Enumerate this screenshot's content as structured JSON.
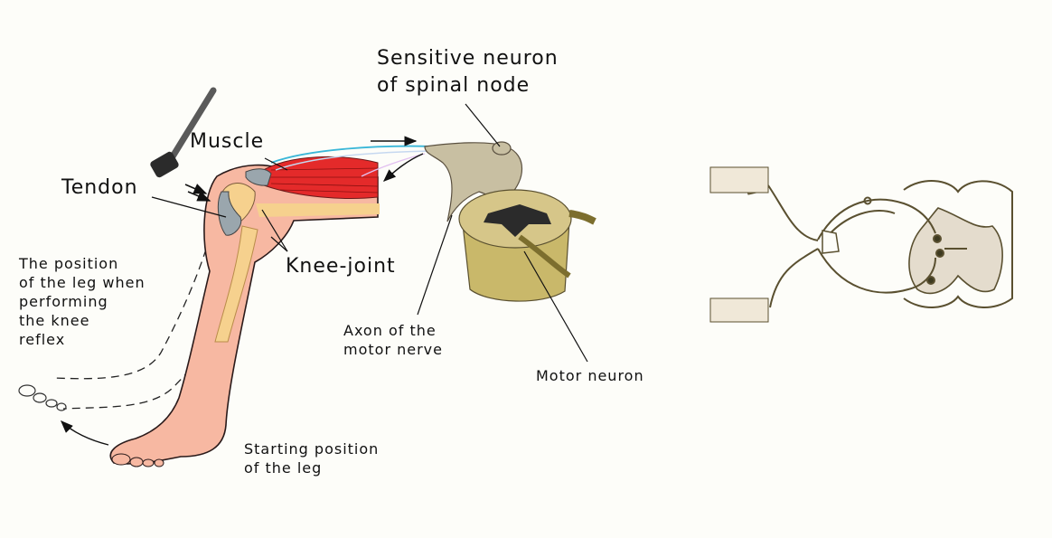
{
  "labels": {
    "sensitive_neuron": [
      "Sensitive neuron",
      "of spinal node"
    ],
    "muscle": "Muscle",
    "tendon": "Tendon",
    "knee_joint": "Knee-joint",
    "leg_position_reflex": [
      "The position",
      "of the leg when",
      "performing",
      "the knee",
      "reflex"
    ],
    "axon_motor_nerve": [
      "Axon of the",
      "motor nerve"
    ],
    "motor_neuron": "Motor neuron",
    "starting_position": [
      "Starting position",
      "of the leg"
    ]
  }
}
